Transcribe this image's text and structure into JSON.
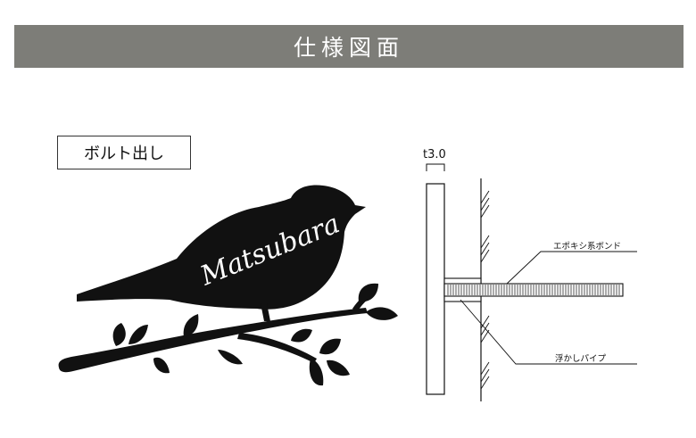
{
  "header": {
    "title": "仕様図面"
  },
  "label": {
    "bolt": "ボルト出し"
  },
  "sign": {
    "name": "Matsubara"
  },
  "section": {
    "thickness": "t3.0",
    "callout_bond": "エポキシ系ボンド",
    "callout_pipe": "浮かしパイプ"
  }
}
